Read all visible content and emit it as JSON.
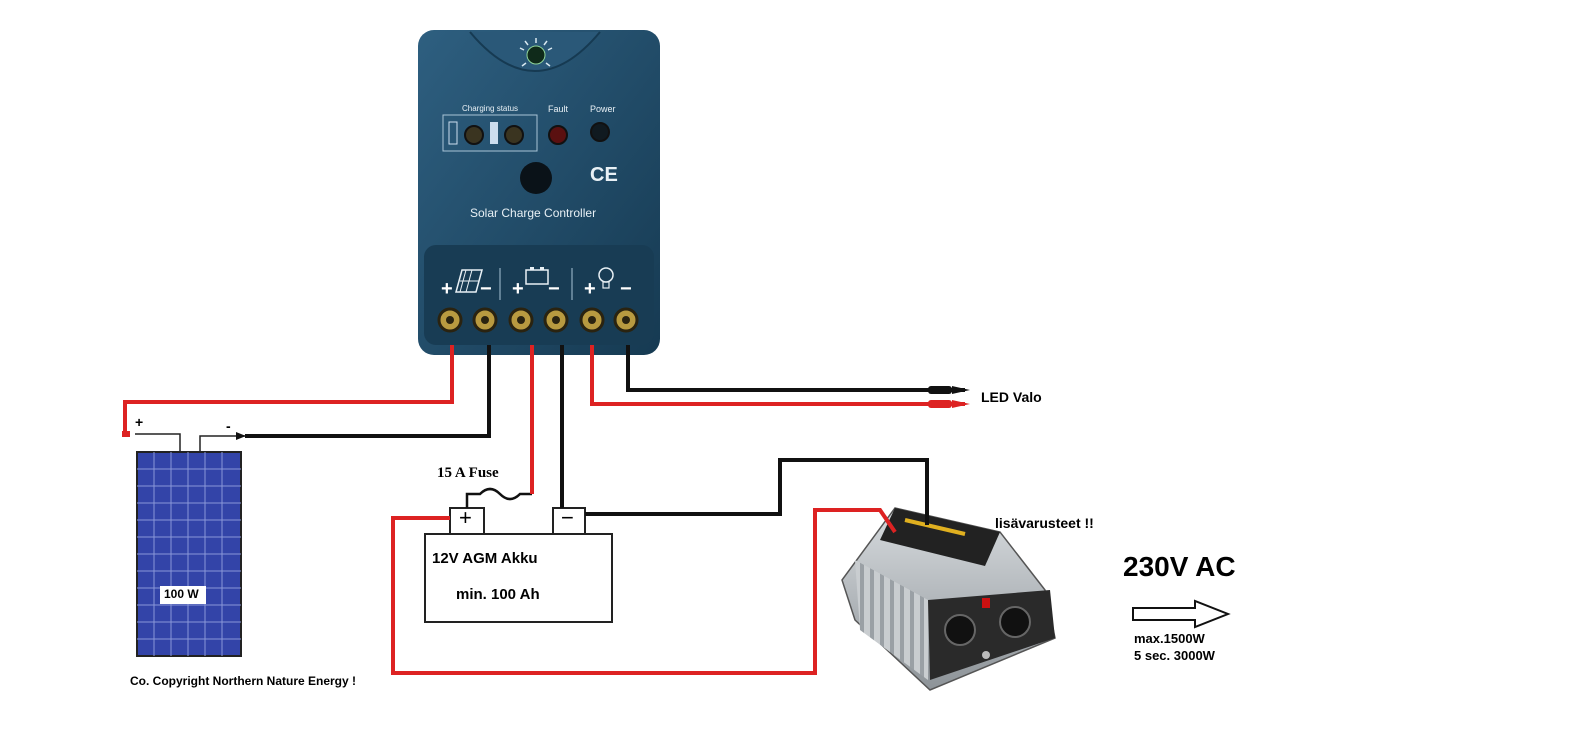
{
  "controller": {
    "charging_status": "Charging status",
    "fault": "Fault",
    "power": "Power",
    "ce_mark": "CE",
    "title": "Solar Charge Controller",
    "plus": "+",
    "minus": "−"
  },
  "panel": {
    "rating": "100 W",
    "plus": "+",
    "minus": "-"
  },
  "fuse_label": "15 A  Fuse",
  "battery": {
    "name": "12V AGM Akku",
    "capacity": "min. 100 Ah",
    "plus": "+",
    "minus": "−"
  },
  "load_label": "LED Valo",
  "accessories_label": "lisävarusteet !!",
  "ac_output": {
    "voltage": "230V AC",
    "max_power": "max.1500W",
    "peak_power": "5 sec. 3000W"
  },
  "copyright": "Co. Copyright Northern Nature Energy !",
  "colors": {
    "controller_body": "#1f4a66",
    "positive_wire": "#dd2222",
    "negative_wire": "#111111",
    "panel_cell": "#3344a8",
    "inverter_body": "#b8bcc0"
  }
}
